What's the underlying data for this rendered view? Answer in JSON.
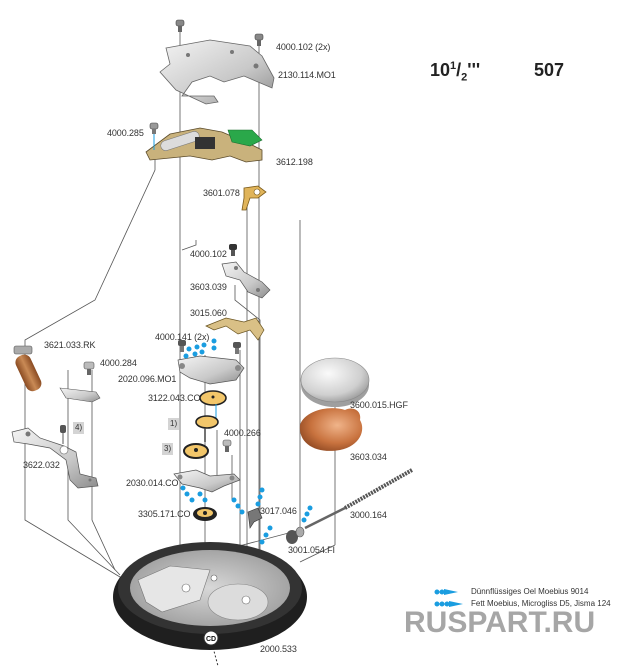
{
  "header": {
    "caliber_size": {
      "whole": "10",
      "num": "1",
      "den": "2",
      "unit": "'''"
    },
    "caliber_number": "507"
  },
  "parts": [
    {
      "id": "screw-top",
      "label": "4000.102 (2x)"
    },
    {
      "id": "bridge-top",
      "label": "2130.114.MO1"
    },
    {
      "id": "screw-coil",
      "label": "4000.285"
    },
    {
      "id": "coil-module",
      "label": "3612.198"
    },
    {
      "id": "contact-spring",
      "label": "3601.078"
    },
    {
      "id": "screw-mid",
      "label": "4000.102"
    },
    {
      "id": "battery-clamp",
      "label": "3603.039"
    },
    {
      "id": "setting-lever-spring",
      "label": "3015.060"
    },
    {
      "id": "screws-train",
      "label": "4000.141 (2x)"
    },
    {
      "id": "train-bridge",
      "label": "2020.096.MO1"
    },
    {
      "id": "wheel-1",
      "label": "3122.043.CO"
    },
    {
      "id": "screw-266",
      "label": "4000.266"
    },
    {
      "id": "battery-spring",
      "label": "3621.033.RK"
    },
    {
      "id": "screw-284",
      "label": "4000.284"
    },
    {
      "id": "battery-plate",
      "label": "3622.032"
    },
    {
      "id": "battery",
      "label": "3600.015.HGF"
    },
    {
      "id": "insulator",
      "label": "3603.034"
    },
    {
      "id": "bridge-bottom",
      "label": "2030.014.CO"
    },
    {
      "id": "rotor",
      "label": "3305.171.CO"
    },
    {
      "id": "lever",
      "label": "3017.046"
    },
    {
      "id": "stem",
      "label": "3000.164"
    },
    {
      "id": "clutch",
      "label": "3001.054.FI"
    },
    {
      "id": "mainplate",
      "label": "2000.533"
    }
  ],
  "steps": [
    "1)",
    "3)",
    "4)"
  ],
  "mainplate_marker": "CD",
  "legend": [
    {
      "symbol": "oil-drops-2",
      "text": "Dünnflüssiges Oel Moebius 9014"
    },
    {
      "symbol": "oil-drops-3",
      "text": "Fett Moebius, Microgliss D5, Jisma 124"
    }
  ],
  "watermark": "RUSPART.RU",
  "colors": {
    "oil_blue": "#1a9de0",
    "label_text": "#333333",
    "wheel_gold": "#f2c66a",
    "copper": "#c8723e",
    "pcb_green": "#2aa84a",
    "watermark_gray": "#a6a6a6",
    "step_badge": "#d4d4d4"
  }
}
